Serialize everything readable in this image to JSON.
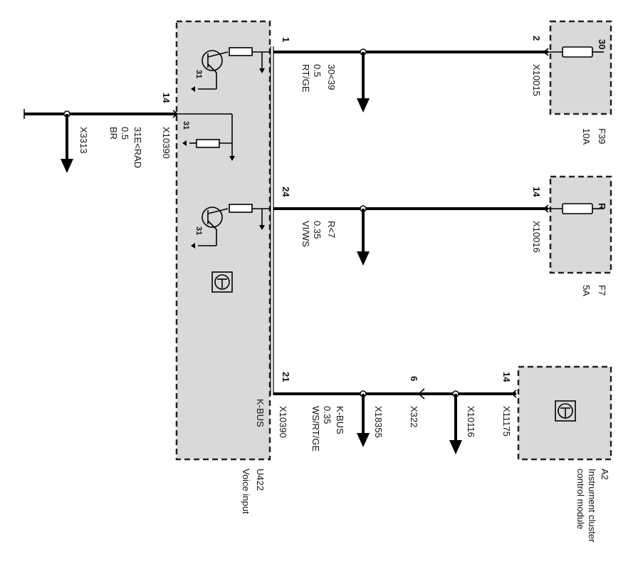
{
  "modules": {
    "voice": {
      "id": "U422",
      "name": "Voice input",
      "bus_label": "K-BUS"
    },
    "cluster": {
      "id": "A2",
      "name_line1": "Instrument cluster",
      "name_line2": "control module"
    },
    "fuse_top": {
      "id": "F39",
      "rating": "10A",
      "terminal": "30"
    },
    "fuse_mid": {
      "id": "F7",
      "rating": "5A",
      "terminal": "R"
    }
  },
  "wires": {
    "top": {
      "pin_left": "1",
      "pin_right": "2",
      "connector_right": "X10015",
      "code": "30<39",
      "gauge": "0.5",
      "color": "RT/GE"
    },
    "mid": {
      "pin_left": "24",
      "pin_right": "14",
      "connector_right": "X10016",
      "code": "R<7",
      "gauge": "0.35",
      "color": "VI/WS"
    },
    "bus": {
      "pin_left": "21",
      "connector_left": "X10390",
      "bus": "K-BUS",
      "gauge": "0.35",
      "color": "WS/RT/GE",
      "splice1": "X18355",
      "pin_mid": "6",
      "connector_mid": "X322",
      "splice2": "X10116",
      "pin_right": "14",
      "connector_right": "X11175"
    },
    "ground": {
      "pin": "14",
      "connector": "X10390",
      "code": "31E<RAD",
      "gauge": "0.5",
      "color": "BR",
      "splice": "X3313"
    }
  },
  "internal": {
    "ground_label": "31"
  }
}
